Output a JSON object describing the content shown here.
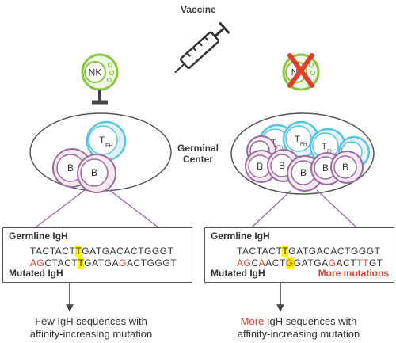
{
  "title": "Vaccine",
  "germinal_center_label": [
    "Germinal",
    "Center"
  ],
  "cells": {
    "nk": "NK",
    "nk_partial": "N",
    "tfh_main": "T",
    "tfh_sub": "FH",
    "b": "B"
  },
  "left_panel": {
    "germline_label": "Germline IgH",
    "germline_seq": [
      {
        "t": "TACTACT",
        "c": "n"
      },
      {
        "t": "T",
        "c": "h"
      },
      {
        "t": "GATGACACTGGGT",
        "c": "n"
      }
    ],
    "mutated_seq": [
      {
        "t": "AG",
        "c": "r"
      },
      {
        "t": "CTACT",
        "c": "n"
      },
      {
        "t": "T",
        "c": "h"
      },
      {
        "t": "GATGA",
        "c": "n"
      },
      {
        "t": "G",
        "c": "r"
      },
      {
        "t": "ACTGGGT",
        "c": "n"
      }
    ],
    "mutated_label": "Mutated IgH",
    "outcome": [
      "Few IgH sequences with",
      "affinity-increasing mutation"
    ]
  },
  "right_panel": {
    "germline_label": "Germline IgH",
    "germline_seq": [
      {
        "t": "TACTACT",
        "c": "n"
      },
      {
        "t": "T",
        "c": "h"
      },
      {
        "t": "GATGACACTGGGT",
        "c": "n"
      }
    ],
    "mutated_seq": [
      {
        "t": "AG",
        "c": "r"
      },
      {
        "t": "C",
        "c": "n"
      },
      {
        "t": "A",
        "c": "r"
      },
      {
        "t": "ACT",
        "c": "n"
      },
      {
        "t": "G",
        "c": "hr"
      },
      {
        "t": "GATGA",
        "c": "n"
      },
      {
        "t": "G",
        "c": "r"
      },
      {
        "t": "ACT",
        "c": "n"
      },
      {
        "t": "TT",
        "c": "r"
      },
      {
        "t": "GT",
        "c": "n"
      }
    ],
    "mutated_label": "Mutated IgH",
    "more_mutations": "More mutations",
    "outcome_highlight": "More",
    "outcome_rest": " IgH sequences with",
    "outcome_line2": "affinity-increasing mutation"
  },
  "colors": {
    "nk_fill": "#eef6e6",
    "nk_stroke": "#8cc63f",
    "tfh_fill": "#dff3f9",
    "tfh_stroke": "#5bc4e0",
    "b_fill": "#f4e9f1",
    "b_stroke": "#9a6aa0",
    "highlight": "#fff200",
    "red": "#e0402b"
  }
}
